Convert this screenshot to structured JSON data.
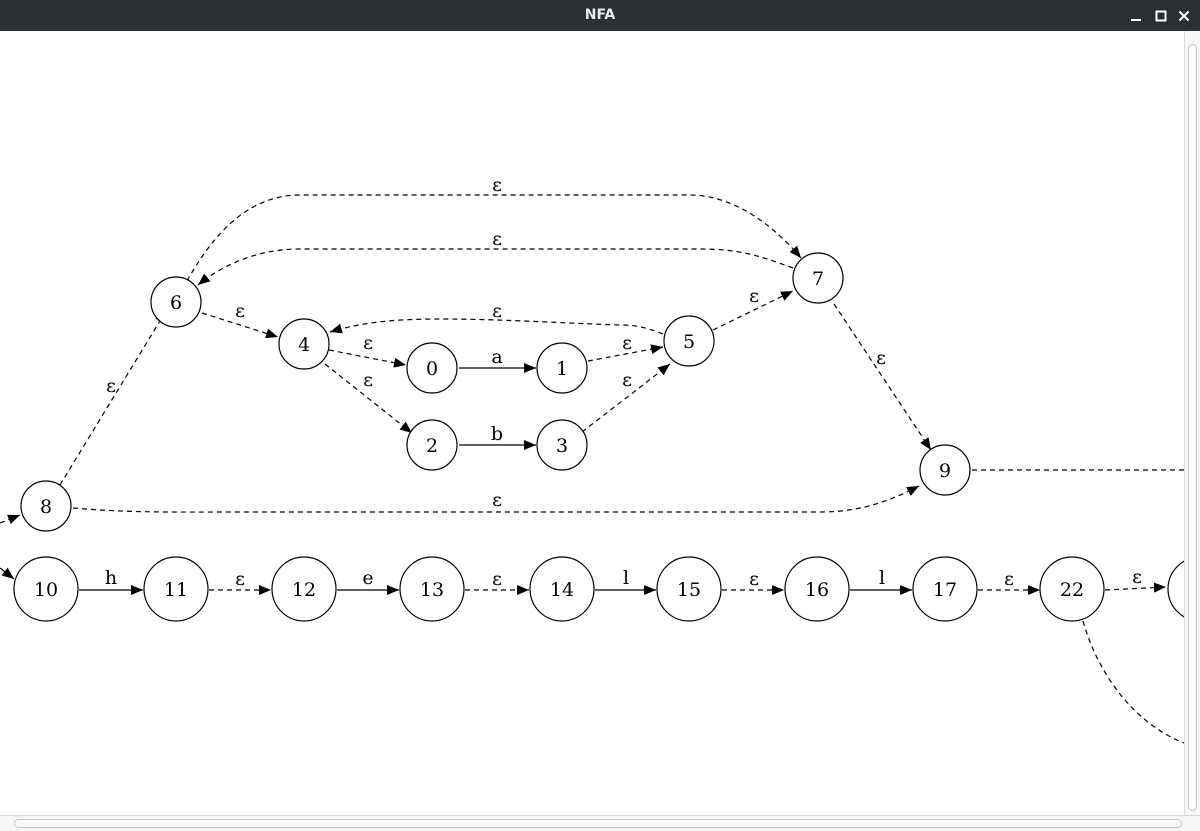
{
  "window": {
    "title": "NFA"
  },
  "controls": {
    "minimize": "minimize-icon",
    "maximize": "maximize-icon",
    "close": "close-icon"
  },
  "nodes": [
    "0",
    "1",
    "2",
    "3",
    "4",
    "5",
    "6",
    "7",
    "8",
    "9",
    "10",
    "11",
    "12",
    "13",
    "14",
    "15",
    "16",
    "17",
    "22"
  ],
  "edge_labels": [
    "ε",
    "a",
    "b",
    "h",
    "e",
    "l"
  ],
  "edges": [
    {
      "from": "8",
      "to": "6",
      "label": "ε",
      "style": "dashed"
    },
    {
      "from": "6",
      "to": "4",
      "label": "ε",
      "style": "dashed"
    },
    {
      "from": "6",
      "to": "7",
      "label": "ε",
      "style": "dashed"
    },
    {
      "from": "7",
      "to": "6",
      "label": "ε",
      "style": "dashed"
    },
    {
      "from": "4",
      "to": "0",
      "label": "ε",
      "style": "dashed"
    },
    {
      "from": "4",
      "to": "2",
      "label": "ε",
      "style": "dashed"
    },
    {
      "from": "0",
      "to": "1",
      "label": "a",
      "style": "solid"
    },
    {
      "from": "2",
      "to": "3",
      "label": "b",
      "style": "solid"
    },
    {
      "from": "1",
      "to": "5",
      "label": "ε",
      "style": "dashed"
    },
    {
      "from": "3",
      "to": "5",
      "label": "ε",
      "style": "dashed"
    },
    {
      "from": "5",
      "to": "4",
      "label": "ε",
      "style": "dashed"
    },
    {
      "from": "5",
      "to": "7",
      "label": "ε",
      "style": "dashed"
    },
    {
      "from": "7",
      "to": "9",
      "label": "ε",
      "style": "dashed"
    },
    {
      "from": "8",
      "to": "9",
      "label": "ε",
      "style": "dashed"
    },
    {
      "from": "10",
      "to": "11",
      "label": "h",
      "style": "solid"
    },
    {
      "from": "11",
      "to": "12",
      "label": "ε",
      "style": "dashed"
    },
    {
      "from": "12",
      "to": "13",
      "label": "e",
      "style": "solid"
    },
    {
      "from": "13",
      "to": "14",
      "label": "ε",
      "style": "dashed"
    },
    {
      "from": "14",
      "to": "15",
      "label": "l",
      "style": "solid"
    },
    {
      "from": "15",
      "to": "16",
      "label": "ε",
      "style": "dashed"
    },
    {
      "from": "16",
      "to": "17",
      "label": "l",
      "style": "solid"
    },
    {
      "from": "17",
      "to": "22",
      "label": "ε",
      "style": "dashed"
    },
    {
      "from": "22",
      "to": "",
      "label": "ε",
      "style": "dashed"
    }
  ]
}
